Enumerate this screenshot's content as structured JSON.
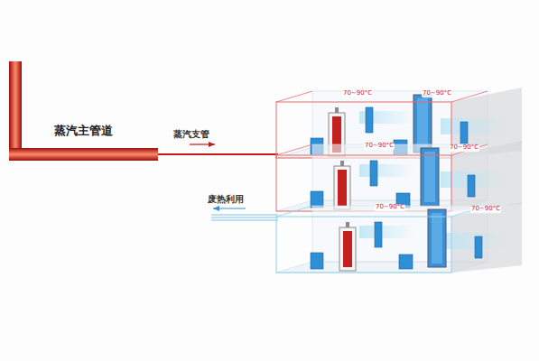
{
  "diagram": {
    "labels": [
      "蒸汽主管道",
      "蒸汽支管",
      "废热利用",
      "70~90°C",
      "70~90°C",
      "70~90°C",
      "70~90°C",
      "70~90°C",
      "70~90°C"
    ]
  }
}
